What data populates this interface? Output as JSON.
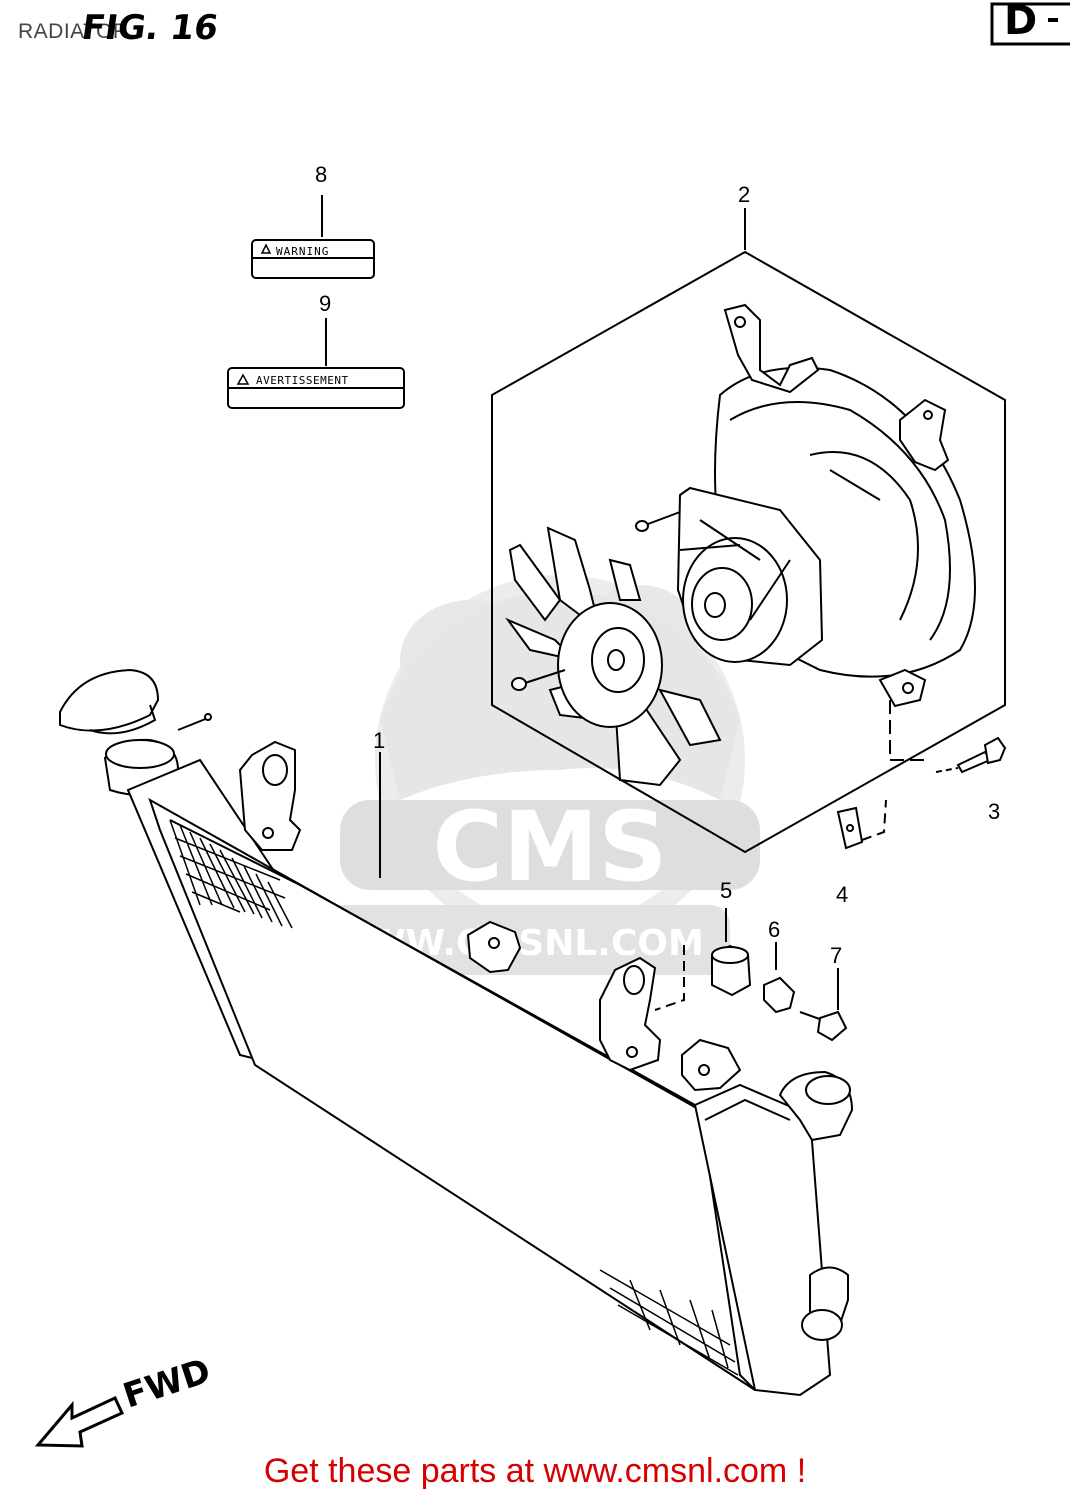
{
  "header": {
    "title": "RADIATOR",
    "figure_label": "FIG. 16",
    "section_code": "D"
  },
  "labels": {
    "warning": "WARNING",
    "avertissement": "AVERTISSEMENT",
    "forward": "FWD"
  },
  "callouts": [
    "1",
    "2",
    "3",
    "4",
    "5",
    "6",
    "7",
    "8",
    "9"
  ],
  "watermark": {
    "brand": "CMS",
    "url": "WWW.CMSNL.COM"
  },
  "footer": {
    "text": "Get these parts at www.cmsnl.com !"
  },
  "colors": {
    "line": "#000000",
    "watermark": "#e4e4e4",
    "footer": "#d60000"
  }
}
